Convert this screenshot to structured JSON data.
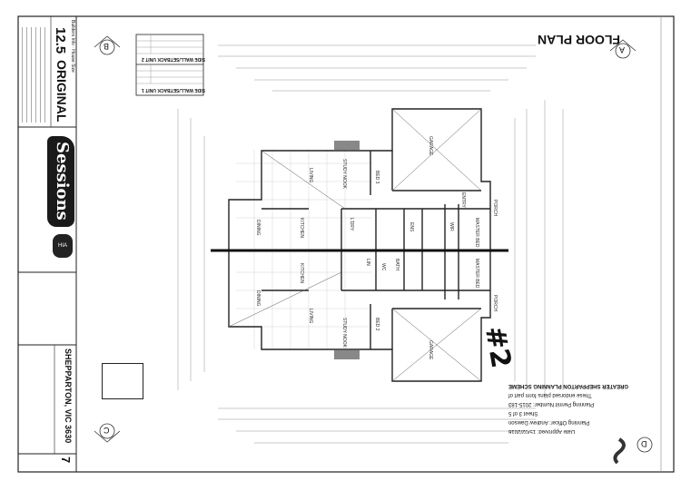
{
  "title_block": {
    "house_size": "12.5",
    "status": "ORIGINAL",
    "brand": "Sessions",
    "hia_badge": "HIA",
    "location": "SHEPPARTON, VIC 3630",
    "sheet_number": "7"
  },
  "drawing": {
    "title": "FLOOR PLAN",
    "elevation_markers": [
      "A",
      "B",
      "C",
      "D"
    ],
    "handwritten_mark": "#2",
    "rooms": [
      "LIVING",
      "DINING",
      "KITCHEN",
      "STUDY NOOK",
      "BED 3",
      "BED 2",
      "GARAGE",
      "PORCH",
      "MASTER BED",
      "WIR",
      "ENS",
      "BATH",
      "L'DRY",
      "WC",
      "LIN",
      "ENTRY"
    ]
  },
  "setback_table": {
    "unit2_title": "SIDE WALL/SETBACK UNIT 2",
    "unit1_title": "SIDE WALL/SETBACK UNIT 1"
  },
  "planning_stamp": {
    "authority": "GREATER SHEPPARTON PLANNING SCHEME",
    "line1": "These endorsed plans form part of",
    "permit": "Planning Permit Number: 2015-183",
    "sheet": "Sheet 3 of 5",
    "officer": "Planning Officer: Andrew Dawson",
    "date": "Date Approved: 15/02/2016"
  }
}
